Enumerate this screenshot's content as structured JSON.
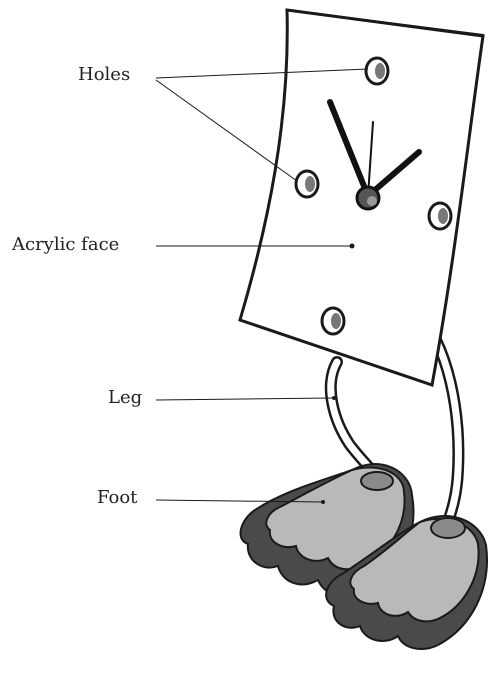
{
  "labels": {
    "holes": "Holes",
    "acrylic_face": "Acrylic face",
    "leg": "Leg",
    "foot": "Foot"
  },
  "colors": {
    "line": "#1a1a1a",
    "face": "#ffffff",
    "foot_light": "#b9b9b9",
    "foot_dark": "#4a4a4a",
    "hole_fill": "#777777",
    "frame_edge": "#333333"
  }
}
